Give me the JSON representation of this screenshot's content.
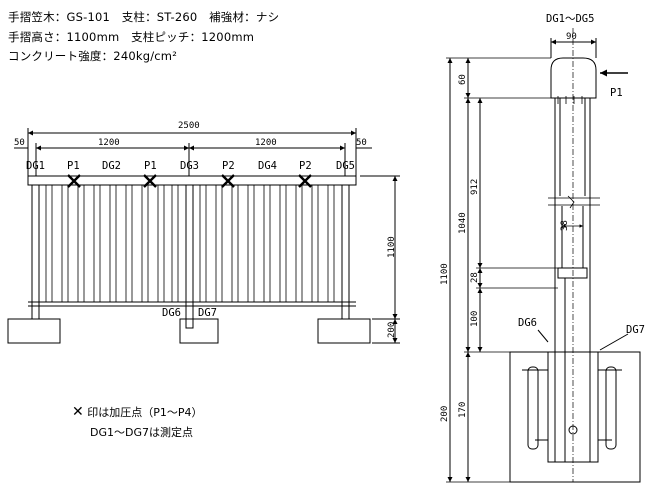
{
  "specs": {
    "line1": "手摺笠木：GS-101　支柱：ST-260　補強材：ナシ",
    "line2": "手摺高さ：1100mm　支柱ピッチ：1200mm",
    "line3": "コンクリート強度：240kg/cm²"
  },
  "front_view": {
    "dims": {
      "total": "2500",
      "left_pitch": "1200",
      "right_pitch": "1200",
      "left_end": "50",
      "right_end": "50",
      "height": "1100",
      "base": "200"
    },
    "gauges": [
      "DG1",
      "DG2",
      "DG3",
      "DG4",
      "DG5"
    ],
    "loads": [
      "P1",
      "P1",
      "P2",
      "P2"
    ],
    "bottom_gauges": {
      "left": "DG6",
      "right": "DG7"
    }
  },
  "side_view": {
    "title": "DG1～DG5",
    "dims": {
      "top_width": "90",
      "rail": "60",
      "upper": "912",
      "mid": "1040",
      "total": "1100",
      "spacer": "28",
      "lower": "100",
      "depth": "170",
      "base": "200",
      "small": "38"
    },
    "labels": {
      "load": "P1",
      "dg6": "DG6",
      "dg7": "DG7"
    }
  },
  "legend": {
    "mark": "✕",
    "line1": "印は加圧点（P1～P4）",
    "line2": "DG1～DG7は測定点"
  }
}
